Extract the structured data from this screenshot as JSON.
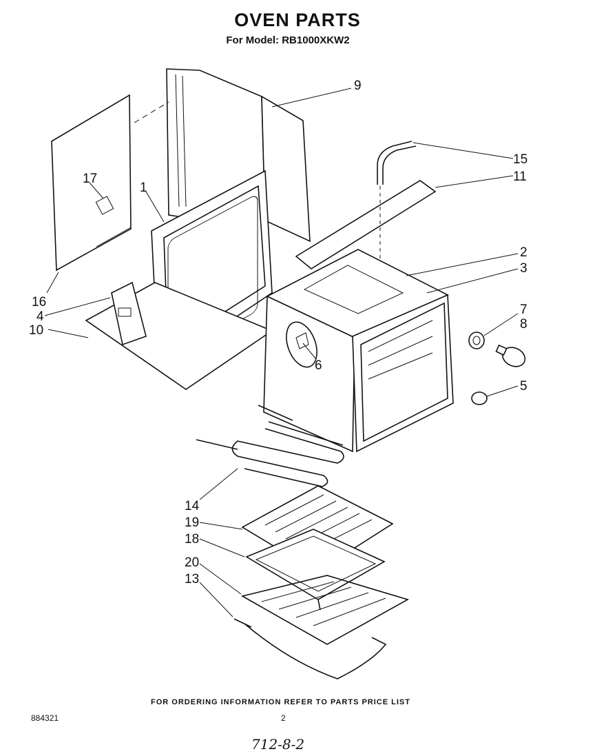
{
  "header": {
    "title": "OVEN PARTS",
    "subtitle": "For Model: RB1000XKW2"
  },
  "callouts": {
    "c1": "1",
    "c2": "2",
    "c3": "3",
    "c4": "4",
    "c5": "5",
    "c6": "6",
    "c7": "7",
    "c8": "8",
    "c9": "9",
    "c10": "10",
    "c11": "11",
    "c13": "13",
    "c14": "14",
    "c15": "15",
    "c16": "16",
    "c17": "17",
    "c18": "18",
    "c19": "19",
    "c20": "20"
  },
  "footer": {
    "note": "FOR ORDERING INFORMATION REFER TO PARTS PRICE LIST",
    "doc_number": "884321",
    "page": "2",
    "handwritten": "712-8-2"
  }
}
